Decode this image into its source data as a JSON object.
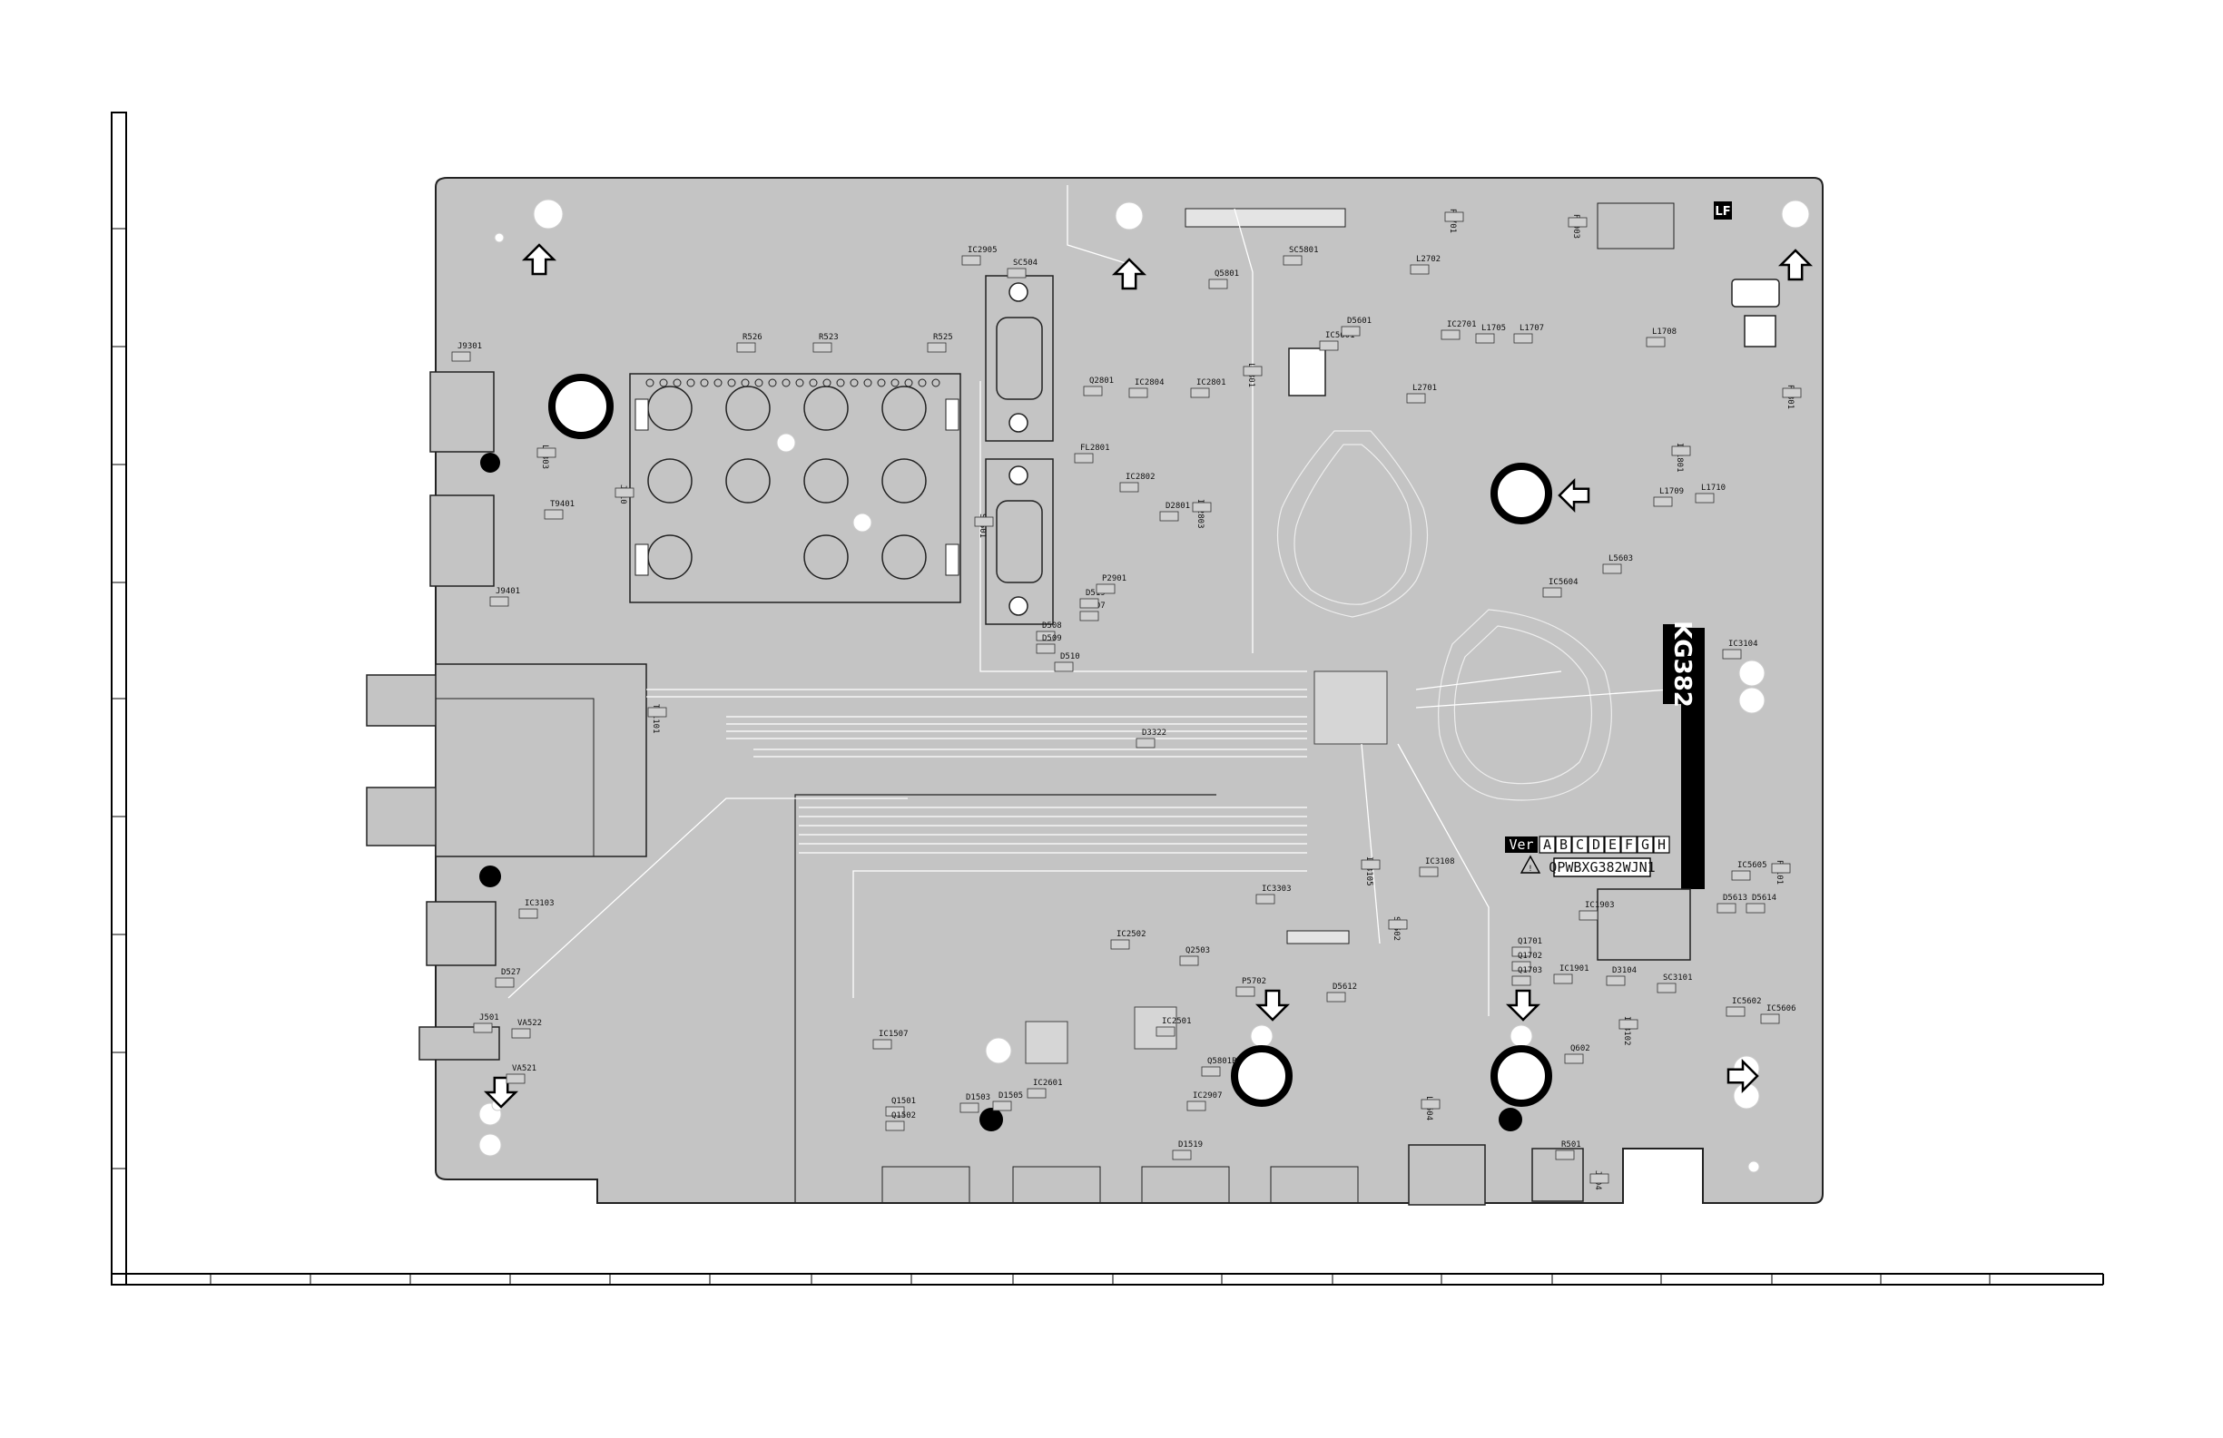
{
  "board": {
    "model": "KG382",
    "part_number": "QPWBXG382WJN1",
    "version_prefix": "Ver",
    "version_letters": [
      "A",
      "B",
      "C",
      "D",
      "E",
      "F",
      "G",
      "H"
    ],
    "lf_mark": "LF"
  },
  "components": [
    {
      "id": "c1",
      "ref": "J9301"
    },
    {
      "id": "c2",
      "ref": "L9303"
    },
    {
      "id": "c3",
      "ref": "T9401"
    },
    {
      "id": "c4",
      "ref": "J9401"
    },
    {
      "id": "c5",
      "ref": "J510"
    },
    {
      "id": "c6",
      "ref": "R526"
    },
    {
      "id": "c7",
      "ref": "R523"
    },
    {
      "id": "c8",
      "ref": "R525"
    },
    {
      "id": "c9",
      "ref": "SC504"
    },
    {
      "id": "c10",
      "ref": "SC501"
    },
    {
      "id": "c11",
      "ref": "D508"
    },
    {
      "id": "c12",
      "ref": "D509"
    },
    {
      "id": "c13",
      "ref": "D510"
    },
    {
      "id": "c14",
      "ref": "D507"
    },
    {
      "id": "c15",
      "ref": "D519"
    },
    {
      "id": "c16",
      "ref": "IC2905"
    },
    {
      "id": "c17",
      "ref": "P2901"
    },
    {
      "id": "c18",
      "ref": "IC2801"
    },
    {
      "id": "c19",
      "ref": "IC2804"
    },
    {
      "id": "c20",
      "ref": "Q2801"
    },
    {
      "id": "c21",
      "ref": "IC2802"
    },
    {
      "id": "c22",
      "ref": "IC2803"
    },
    {
      "id": "c23",
      "ref": "FL2801"
    },
    {
      "id": "c24",
      "ref": "D2801"
    },
    {
      "id": "c25",
      "ref": "SC5801"
    },
    {
      "id": "c26",
      "ref": "Q5801"
    },
    {
      "id": "c27",
      "ref": "L5801"
    },
    {
      "id": "c28",
      "ref": "IC5601"
    },
    {
      "id": "c29",
      "ref": "D5601"
    },
    {
      "id": "c30",
      "ref": "P2701"
    },
    {
      "id": "c31",
      "ref": "L2702"
    },
    {
      "id": "c32",
      "ref": "IC2701"
    },
    {
      "id": "c33",
      "ref": "L2701"
    },
    {
      "id": "c34",
      "ref": "P1903"
    },
    {
      "id": "c35",
      "ref": "L1705"
    },
    {
      "id": "c36",
      "ref": "L1707"
    },
    {
      "id": "c37",
      "ref": "L1708"
    },
    {
      "id": "c38",
      "ref": "L1709"
    },
    {
      "id": "c39",
      "ref": "L1710"
    },
    {
      "id": "c40",
      "ref": "P1801"
    },
    {
      "id": "c41",
      "ref": "IC1801"
    },
    {
      "id": "c42",
      "ref": "IC5604"
    },
    {
      "id": "c43",
      "ref": "L5603"
    },
    {
      "id": "c44",
      "ref": "IC3104"
    },
    {
      "id": "c45",
      "ref": "P3101"
    },
    {
      "id": "c46",
      "ref": "D3322"
    },
    {
      "id": "c47",
      "ref": "TU1101"
    },
    {
      "id": "c48",
      "ref": "IC3103"
    },
    {
      "id": "c49",
      "ref": "D527"
    },
    {
      "id": "c50",
      "ref": "J501"
    },
    {
      "id": "c51",
      "ref": "VA522"
    },
    {
      "id": "c52",
      "ref": "VA521"
    },
    {
      "id": "c53",
      "ref": "IC3303"
    },
    {
      "id": "c54",
      "ref": "IC2502"
    },
    {
      "id": "c55",
      "ref": "IC2501"
    },
    {
      "id": "c56",
      "ref": "IC2601"
    },
    {
      "id": "c57",
      "ref": "Q2503"
    },
    {
      "id": "c58",
      "ref": "P5702"
    },
    {
      "id": "c59",
      "ref": "IC1507"
    },
    {
      "id": "c60",
      "ref": "D1505"
    },
    {
      "id": "c61",
      "ref": "Q1501"
    },
    {
      "id": "c62",
      "ref": "Q1502"
    },
    {
      "id": "c63",
      "ref": "D1503"
    },
    {
      "id": "c64",
      "ref": "D1519"
    },
    {
      "id": "c65",
      "ref": "IC1901"
    },
    {
      "id": "c66",
      "ref": "D3104"
    },
    {
      "id": "c67",
      "ref": "SC3101"
    },
    {
      "id": "c68",
      "ref": "IC3102"
    },
    {
      "id": "c69",
      "ref": "IC3105"
    },
    {
      "id": "c70",
      "ref": "IC3108"
    },
    {
      "id": "c71",
      "ref": "Q1701"
    },
    {
      "id": "c72",
      "ref": "Q1702"
    },
    {
      "id": "c73",
      "ref": "Q1703"
    },
    {
      "id": "c74",
      "ref": "L5604"
    },
    {
      "id": "c75",
      "ref": "Q602"
    },
    {
      "id": "c76",
      "ref": "R501"
    },
    {
      "id": "c77",
      "ref": "J504"
    },
    {
      "id": "c78",
      "ref": "SC502"
    },
    {
      "id": "c79",
      "ref": "D5613"
    },
    {
      "id": "c80",
      "ref": "D5614"
    },
    {
      "id": "c81",
      "ref": "IC5605"
    },
    {
      "id": "c82",
      "ref": "IC5602"
    },
    {
      "id": "c83",
      "ref": "IC5606"
    },
    {
      "id": "c84",
      "ref": "Q5801B"
    },
    {
      "id": "c85",
      "ref": "IC2907"
    },
    {
      "id": "c86",
      "ref": "D5612"
    },
    {
      "id": "c87",
      "ref": "IC1903"
    }
  ]
}
